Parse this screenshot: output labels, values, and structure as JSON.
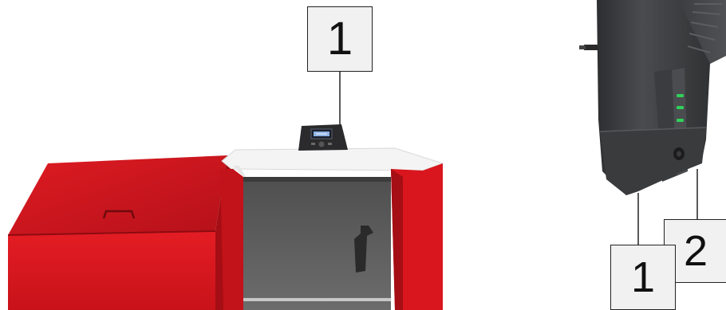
{
  "callouts": {
    "boiler_controller": "1",
    "module_port_1": "1",
    "module_port_2": "2"
  },
  "colors": {
    "boiler_red": "#d9161d",
    "boiler_dark_red": "#a50e14",
    "door_gray": "#5a5a5a",
    "module_body": "#3e3f41",
    "led_green": "#2fd15a",
    "callout_fill": "#f1f1f1"
  },
  "icons": {
    "controller": "controller-display-icon",
    "leds": "status-led-icon"
  }
}
